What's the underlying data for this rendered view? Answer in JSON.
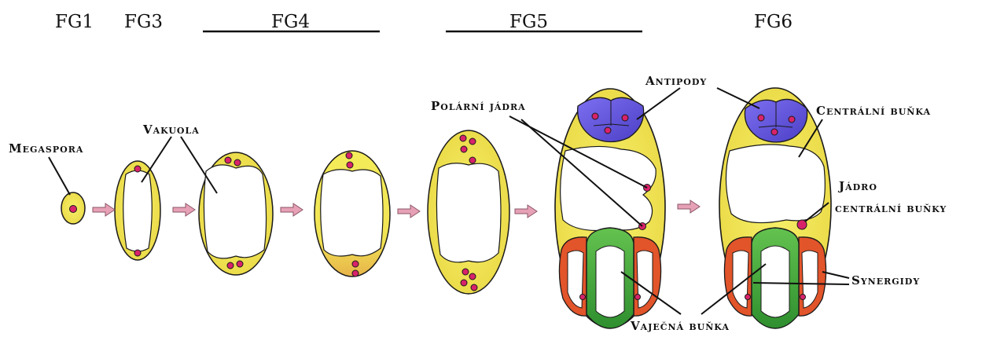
{
  "stages": {
    "fg1": "FG1",
    "fg3": "FG3",
    "fg4": "FG4",
    "fg5": "FG5",
    "fg6": "FG6"
  },
  "labels": {
    "megaspora": "Megaspora",
    "vakuola": "Vakuola",
    "polarni_jadra": "Polární jádra",
    "antipody": "Antipody",
    "centralni_bunka": "Centrální buňka",
    "jadro_line1": "Jádro",
    "jadro_line2": "centrální buňky",
    "synergidy": "Synergidy",
    "vajecna_bunka": "Vaječná buňka"
  },
  "colors": {
    "cytoplasm": "#f2ea52",
    "outline": "#1a1a1a",
    "vacuole": "#ffffff",
    "nucleus": "#d8236a",
    "antipodal": "#6b5bd6",
    "egg_cell": "#4fb23e",
    "synergid": "#e2542a",
    "arrow": "#e7a1b6"
  }
}
